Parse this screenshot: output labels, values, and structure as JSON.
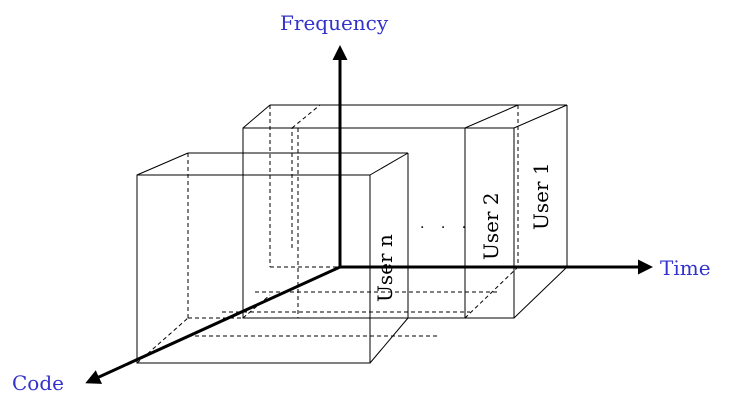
{
  "axes": {
    "frequency": "Frequency",
    "time": "Time",
    "code": "Code"
  },
  "users": {
    "user1": "User 1",
    "user2": "User 2",
    "usern": "User n",
    "ellipsis": ". . ."
  },
  "colors": {
    "axis_label": "#3333cc",
    "lines": "#000000"
  }
}
